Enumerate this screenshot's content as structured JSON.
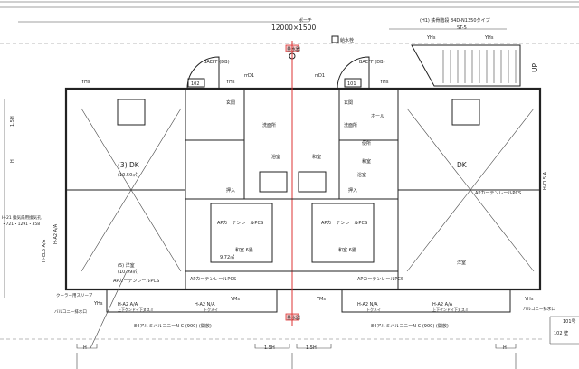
{
  "title": {
    "porch": "ポーチ",
    "dimension": "12000×1500",
    "stair_type": "(H1) 鉄骨階段 84D-N1350タイプ",
    "stair_code": "ST-5"
  },
  "units": {
    "left": "102",
    "right": "101"
  },
  "labels": {
    "baeff_left": "BAEFF (DB)",
    "baeff_right": "BAEFF (DB)",
    "yh_tl": "YHs",
    "yh_l2": "YHs",
    "yh_r2": "YHs",
    "yh_stair1": "YHs",
    "yh_stair2": "YHs",
    "ym_l": "YMs",
    "ym_r": "YMs",
    "yh_bl": "YHs",
    "yh_br": "YHs",
    "meter": "量水器",
    "rrd1_l": "rrD1",
    "rrd1_r": "rrD1",
    "dk_left": "(3) DK",
    "dk_left_area": "(10.50㎡)",
    "dk_right": "DK",
    "room_left": "(5) 洋室",
    "room_left_area": "(10.99㎡)",
    "room_right": "洋室",
    "washitsu_l": "和室",
    "washitsu_r": "和室",
    "japanese_l": "和室 6畳",
    "japanese_r": "和室 6畳",
    "genkan_l": "玄関",
    "genkan_r": "玄関",
    "bath_l": "浴室",
    "bath_r": "浴室",
    "wash_l": "洗面所",
    "wash_r": "洗面所",
    "toilet": "便所",
    "hall": "ホール",
    "oshiire_l": "押入",
    "oshiire_r": "押入",
    "curtain1": "APカーテンレールPCS",
    "curtain2": "APカーテンレールPCS",
    "curtain3": "APカーテンレールPCS",
    "curtain4": "APカーテンレールPCS",
    "curtain5": "APカーテンレールPCS",
    "curtain6": "APカーテンレールPCS",
    "area_mid": "9.72㎡",
    "win_a2_aa_l": "H-A2 A/A",
    "win_a2_na_l": "H-A2 N/A",
    "win_a2_na_r": "H-A2 N/A",
    "win_a2_aa_r": "H-A2 A/A",
    "win_sub1": "上下ケンドイ下ヌスミ",
    "win_sub2": "トクメイ",
    "win_sub3": "トクメイ",
    "win_sub4": "上下ケンドイ下ヌスミ",
    "balcony_l": "84アルミバルコニーN-C (900) (開放)",
    "balcony_r": "84アルミバルコニーN-C (900) (開放)",
    "cooler": "クーラー用スリーブ",
    "balcony_drain_l": "バルコニー排水口",
    "balcony_drain_r": "バルコニー排水口",
    "side_left1": "H-CL5 A/A",
    "side_left2": "H-A2 A/A",
    "side_right": "H-CL5 A",
    "legend_101": "101号",
    "legend_102": "102 壁",
    "up": "UP",
    "dim_h1": "H",
    "dim_15h1": "1.5H",
    "dim_15h2": "1.5H",
    "dim_h2": "H",
    "dim_15h_left": "1.5H",
    "dim_h_left": "H",
    "left_note": "H-21 換気扇用換気孔",
    "left_note2": "・721・1291・358",
    "water": "給水栓"
  }
}
